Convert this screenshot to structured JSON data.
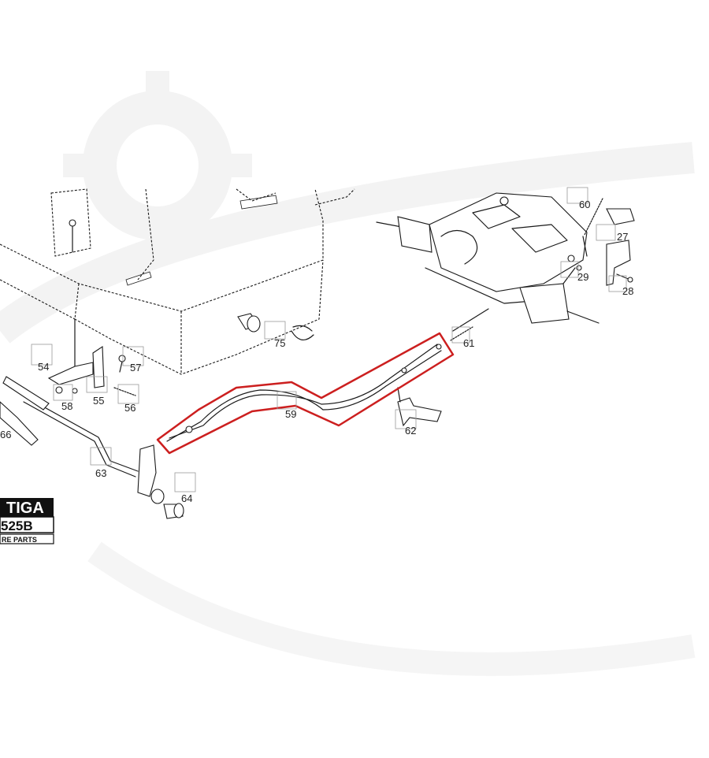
{
  "diagram": {
    "part_labels": [
      {
        "id": "60",
        "text": "60"
      },
      {
        "id": "27",
        "text": "27"
      },
      {
        "id": "29",
        "text": "29"
      },
      {
        "id": "28",
        "text": "28"
      },
      {
        "id": "75",
        "text": "75"
      },
      {
        "id": "61",
        "text": "61"
      },
      {
        "id": "54",
        "text": "54"
      },
      {
        "id": "57",
        "text": "57"
      },
      {
        "id": "58",
        "text": "58"
      },
      {
        "id": "55",
        "text": "55"
      },
      {
        "id": "56",
        "text": "56"
      },
      {
        "id": "59",
        "text": "59"
      },
      {
        "id": "62",
        "text": "62"
      },
      {
        "id": "66",
        "text": "66"
      },
      {
        "id": "63",
        "text": "63"
      },
      {
        "id": "64",
        "text": "64"
      }
    ],
    "logo": {
      "brand": "TIGA",
      "model": "525B",
      "subtitle": "RE PARTS"
    },
    "highlight_color": "#cc1f1f",
    "line_color": "#1a1a1a",
    "watermark_color": "#f3f3f3"
  }
}
